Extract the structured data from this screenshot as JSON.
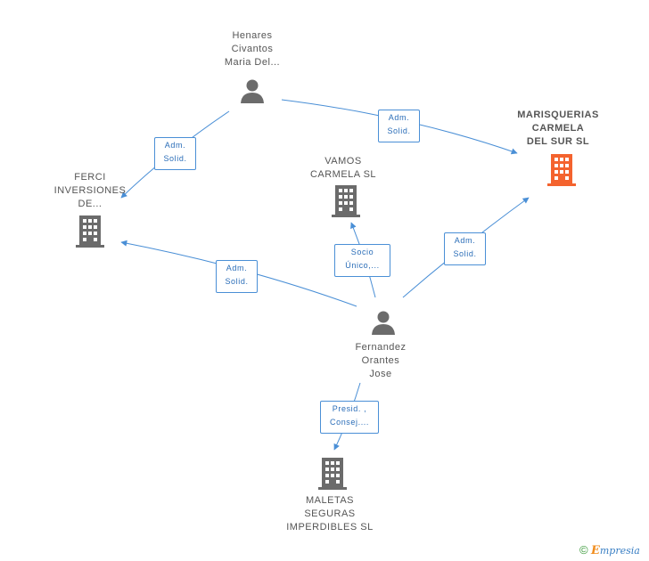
{
  "nodes": {
    "henares": {
      "lines": [
        "Henares",
        "Civantos",
        "Maria Del..."
      ],
      "icon": "person-icon"
    },
    "marisquerias": {
      "lines": [
        "MARISQUERIAS",
        "CARMELA",
        "DEL SUR  SL"
      ],
      "icon": "building-icon",
      "color": "#f4632e"
    },
    "ferci": {
      "lines": [
        "FERCI",
        "INVERSIONES",
        "DE..."
      ],
      "icon": "building-icon"
    },
    "vamos": {
      "lines": [
        "VAMOS",
        "CARMELA SL"
      ],
      "icon": "building-icon"
    },
    "fernandez": {
      "lines": [
        "Fernandez",
        "Orantes",
        "Jose"
      ],
      "icon": "person-icon"
    },
    "maletas": {
      "lines": [
        "MALETAS",
        "SEGURAS",
        "IMPERDIBLES SL"
      ],
      "icon": "building-icon"
    }
  },
  "edges": {
    "henares_marisquerias": [
      "Adm.",
      "Solid."
    ],
    "henares_ferci": [
      "Adm.",
      "Solid."
    ],
    "fernandez_ferci": [
      "Adm.",
      "Solid."
    ],
    "fernandez_vamos": [
      "Socio",
      "Único,..."
    ],
    "fernandez_marisquerias": [
      "Adm.",
      "Solid."
    ],
    "fernandez_maletas": [
      "Presid. ,",
      "Consej...."
    ]
  },
  "colors": {
    "edge": "#4a8fd6",
    "icon": "#6b6b6b",
    "highlight": "#f4632e"
  },
  "footer": {
    "copyright": "©",
    "brand_initial": "E",
    "brand_rest": "mpresia"
  }
}
